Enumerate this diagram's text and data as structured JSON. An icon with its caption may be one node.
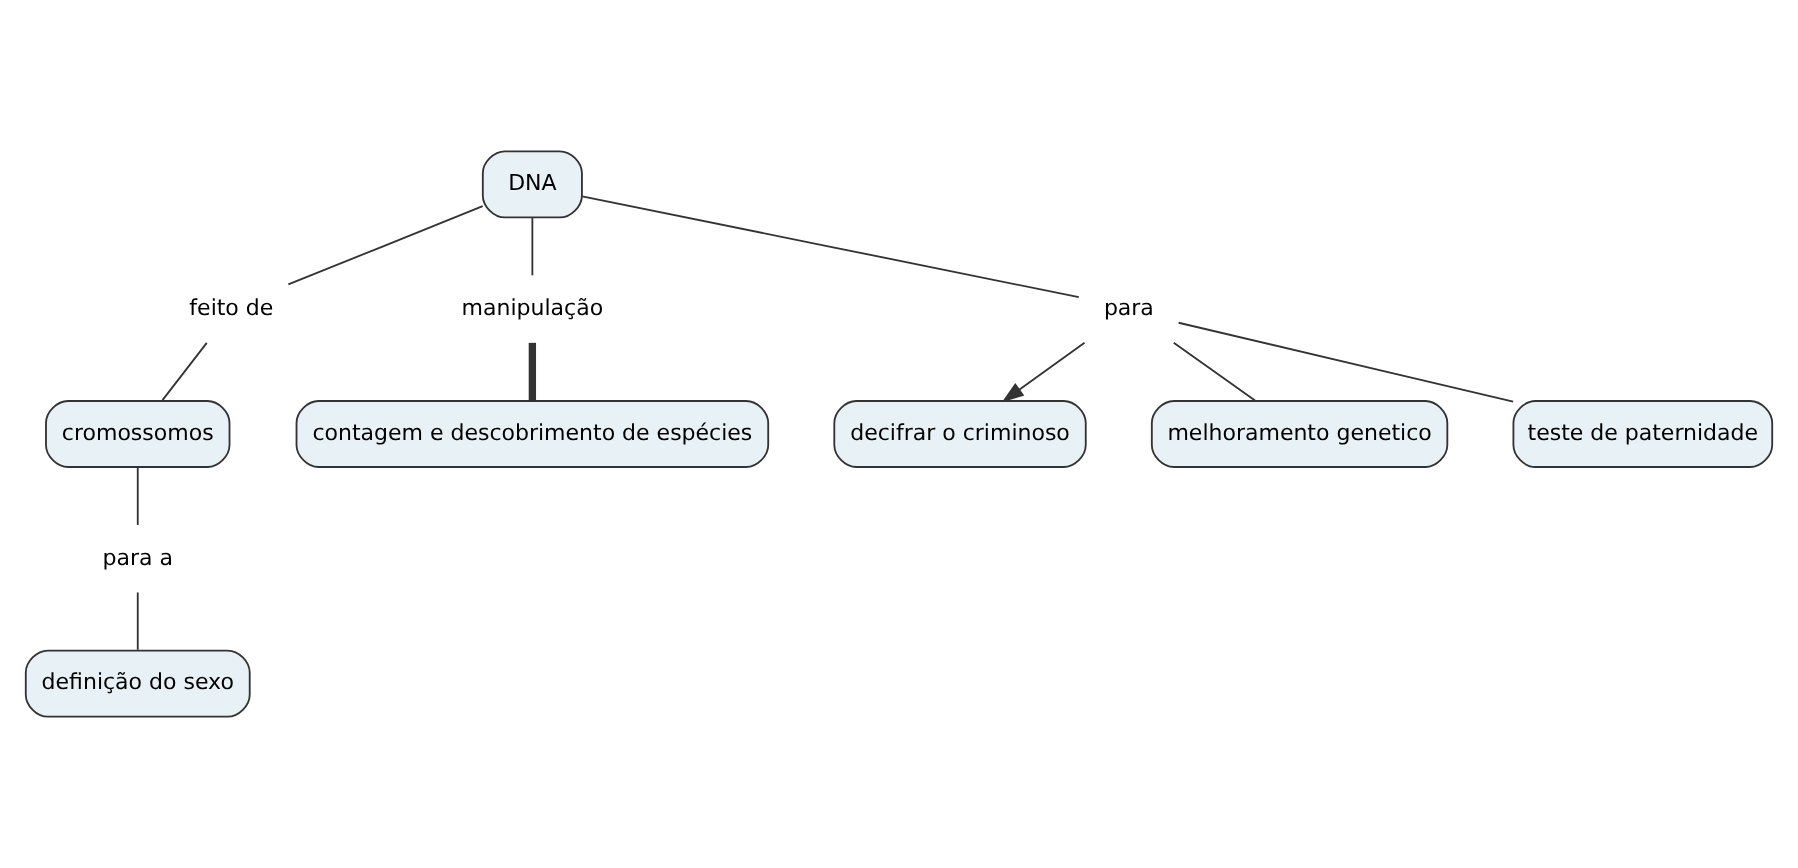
{
  "diagram": {
    "nodes": [
      {
        "text": [
          "DNA"
        ]
      },
      {
        "text": [
          "decifrar o criminoso"
        ]
      },
      {
        "text": [
          "feito de"
        ]
      },
      {
        "text": [
          "para"
        ]
      },
      {
        "text": [
          "cromossomos"
        ]
      },
      {
        "text": [
          "manipulação"
        ]
      },
      {
        "text": [
          "melhoramento genetico"
        ]
      },
      {
        "text": [
          "para a"
        ]
      },
      {
        "text": [
          "contagem e descobrimento de espécies"
        ]
      },
      {
        "text": [
          "definição do sexo"
        ]
      },
      {
        "text": [
          "teste de paternidade"
        ]
      }
    ],
    "edges": [
      {
        "from": 0,
        "to": 2,
        "arrow": "none"
      },
      {
        "from": 2,
        "to": 4,
        "arrow": "none"
      },
      {
        "from": 4,
        "to": 7,
        "arrow": "none"
      },
      {
        "from": 7,
        "to": 9,
        "arrow": "none"
      },
      {
        "from": 0,
        "to": 5,
        "arrow": "none"
      },
      {
        "from": 5,
        "to": 8,
        "arrow": "none",
        "style": "thick"
      },
      {
        "from": 0,
        "to": 3,
        "arrow": "none"
      },
      {
        "from": 3,
        "to": 1,
        "arrow": "to"
      },
      {
        "from": 3,
        "to": 6,
        "arrow": "none"
      },
      {
        "from": 3,
        "to": 10,
        "arrow": "none"
      }
    ]
  }
}
